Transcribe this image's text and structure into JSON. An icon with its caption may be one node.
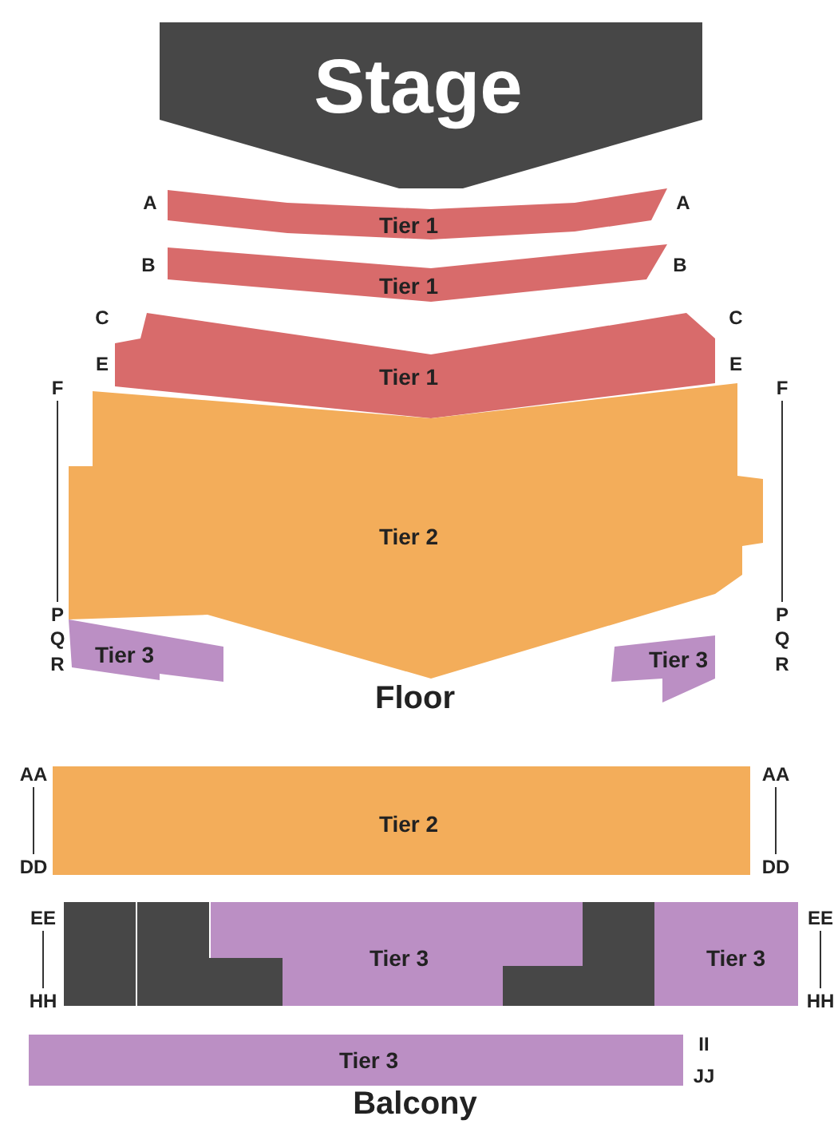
{
  "diagram": {
    "nodes": [
      {
        "text": [
          "Stage"
        ]
      },
      {
        "text": [
          "Tier 1"
        ]
      },
      {
        "text": [
          "Tier 1"
        ]
      },
      {
        "text": [
          "Tier 1"
        ]
      },
      {
        "text": [
          "Tier 2"
        ]
      },
      {
        "text": [
          "Tier 3"
        ]
      },
      {
        "text": [
          "Tier 3"
        ]
      },
      {
        "text": [
          "Tier 2"
        ]
      },
      {
        "text": [],
        "shape": "box"
      },
      {
        "text": [],
        "shape": "box"
      },
      {
        "text": [
          "Tier 3"
        ]
      },
      {
        "text": [],
        "shape": "box"
      },
      {
        "text": [
          "Tier 3"
        ]
      },
      {
        "text": [
          "Tier 3"
        ]
      }
    ],
    "edges": [],
    "labels": [
      "A",
      "A",
      "B",
      "B",
      "C",
      "C",
      "E",
      "E",
      "F",
      "F",
      "P",
      "P",
      "Q",
      "Q",
      "R",
      "R",
      "Floor",
      "AA",
      "AA",
      "DD",
      "DD",
      "EE",
      "EE",
      "HH",
      "HH",
      "II",
      "JJ",
      "Balcony"
    ]
  }
}
